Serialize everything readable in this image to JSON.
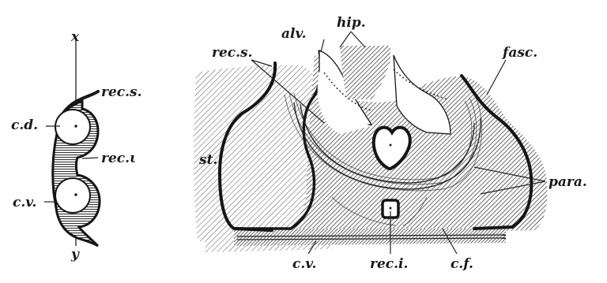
{
  "left_figure": {
    "labels": {
      "x": "x",
      "y": "y",
      "rec_s": "rec.s.",
      "c_d": "c.d.",
      "rec_i": "rec.ι",
      "c_v": "c.v."
    }
  },
  "right_figure": {
    "labels": {
      "hip": "hip.",
      "alv": "alv.",
      "rec_s": "rec.s.",
      "fasc": "fasc.",
      "st": "st.",
      "para": "para.",
      "c_v": "c.v.",
      "rec_i": "rec.i.",
      "c_f": "c.f."
    }
  }
}
